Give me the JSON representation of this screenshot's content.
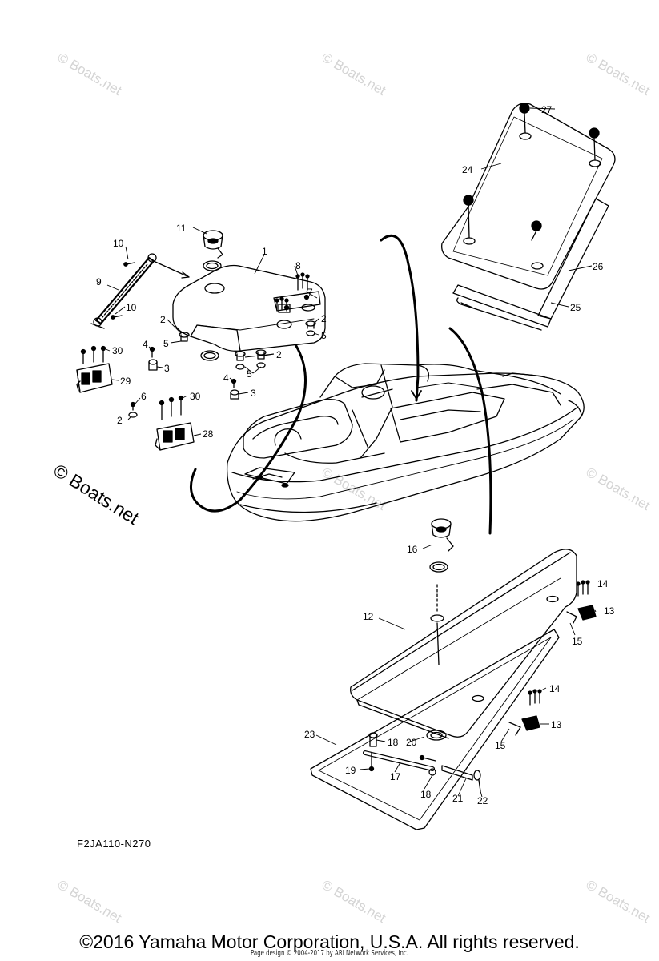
{
  "watermark_text": "© Boats.net",
  "diagram_code": "F2JA110-N270",
  "copyright": "©2016 Yamaha Motor Corporation, U.S.A. All rights reserved.",
  "page_design": "Page design © 2004-2017 by ARI Network Services, Inc.",
  "callouts": {
    "c1": "1",
    "c2": "2",
    "c3": "3",
    "c4": "4",
    "c5": "5",
    "c6": "6",
    "c7": "7",
    "c8": "8",
    "c9": "9",
    "c10": "10",
    "c11": "11",
    "c12": "12",
    "c13": "13",
    "c14": "14",
    "c15": "15",
    "c16": "16",
    "c17": "17",
    "c18": "18",
    "c19": "19",
    "c20": "20",
    "c21": "21",
    "c22": "22",
    "c23": "23",
    "c24": "24",
    "c25": "25",
    "c26": "26",
    "c27": "27",
    "c28": "28",
    "c29": "29",
    "c30": "30"
  },
  "colors": {
    "line": "#000000",
    "watermark": "#d4d4d4",
    "background": "#ffffff"
  }
}
